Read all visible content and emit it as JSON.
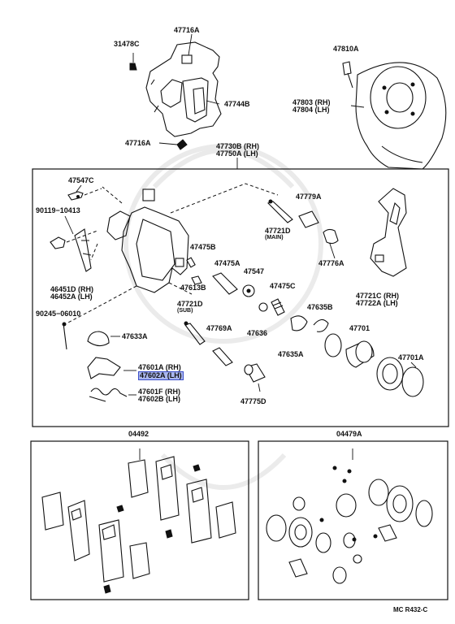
{
  "diagram": {
    "labels": {
      "p47716A_top": "47716A",
      "p31478C": "31478C",
      "p47744B": "47744B",
      "p47716A_bottom": "47716A",
      "p47810A": "47810A",
      "p47803_47804": [
        "47803 (RH)",
        "47804 (LH)"
      ],
      "p47730B_47750A": [
        "47730B (RH)",
        "47750A (LH)"
      ],
      "p47547C": "47547C",
      "p90119": "90119−10413",
      "p47779A": "47779A",
      "p47721D_main": [
        "47721D",
        "(MAIN)"
      ],
      "p47776A": "47776A",
      "p47475B": "47475B",
      "p47475A": "47475A",
      "p47547": "47547",
      "p46451D_46452A": [
        "46451D (RH)",
        "46452A (LH)"
      ],
      "p47613B": "47613B",
      "p47475C": "47475C",
      "p47721D_sub": [
        "47721D",
        "(SUB)"
      ],
      "p47721C_47722A": [
        "47721C (RH)",
        "47722A (LH)"
      ],
      "p90245": "90245−06010",
      "p47635B": "47635B",
      "p47769A": "47769A",
      "p47636": "47636",
      "p47701": "47701",
      "p47633A": "47633A",
      "p47635A": "47635A",
      "p47701A": "47701A",
      "p47601A_47602A": [
        "47601A (RH)",
        "47602A (LH)"
      ],
      "p47601F_47602B": [
        "47601F (RH)",
        "47602B (LH)"
      ],
      "p47775D": "47775D",
      "kit04492": "04492",
      "kit04479A": "04479A",
      "code": "MC  R432-C"
    },
    "highlight_color": "#a9b6ee"
  }
}
